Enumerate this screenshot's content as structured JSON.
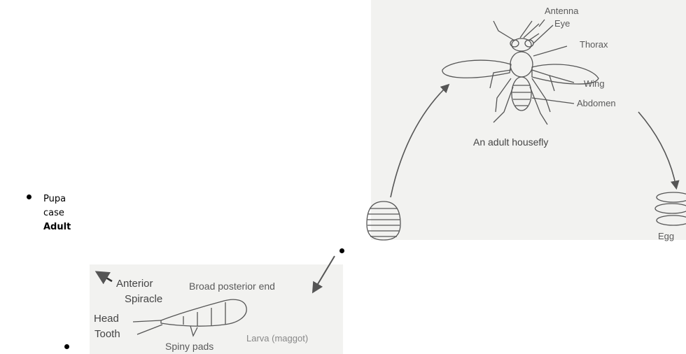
{
  "bullet_list": {
    "items": [
      "Pupa",
      "case",
      "Adult"
    ]
  },
  "top_figure": {
    "labels": {
      "antenna": "Antenna",
      "eye": "Eye",
      "thorax": "Thorax",
      "wing": "Wing",
      "abdomen": "Abdomen",
      "caption": "An adult housefly",
      "eggs": "Egg"
    }
  },
  "bottom_figure": {
    "labels": {
      "anterior": "Anterior",
      "spiracle": "Spiracle",
      "head": "Head",
      "tooth": "Tooth",
      "spiny_pads": "Spiny pads",
      "broad_posterior_end": "Broad posterior end",
      "larva": "Larva (maggot)"
    }
  },
  "colors": {
    "panel_bg": "#f2f2f0",
    "ink": "#555555",
    "text": "#000000"
  }
}
